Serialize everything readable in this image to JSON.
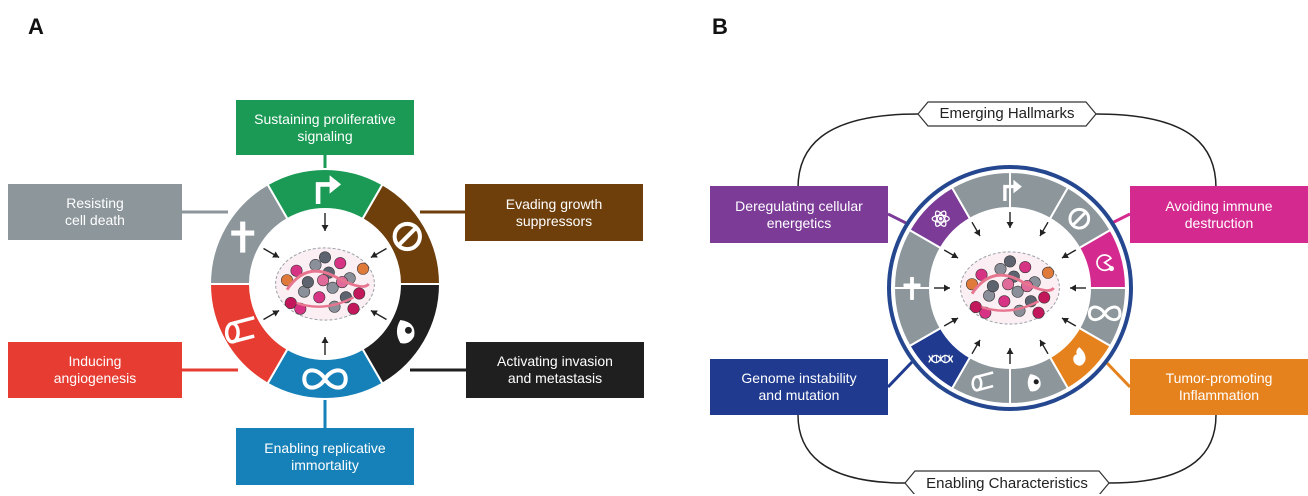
{
  "panel_a": {
    "letter": "A",
    "labels": {
      "proliferative": "Sustaining proliferative\nsignaling",
      "growth": "Evading growth\nsuppressors",
      "death": "Resisting\ncell death",
      "invasion": "Activating invasion\nand metastasis",
      "angiogenesis": "Inducing\nangiogenesis",
      "immortality": "Enabling replicative\nimmortality"
    }
  },
  "panel_b": {
    "letter": "B",
    "emerging_title": "Emerging Hallmarks",
    "enabling_title": "Enabling Characteristics",
    "labels": {
      "energetics": "Deregulating cellular\nenergetics",
      "immune": "Avoiding immune\ndestruction",
      "genome": "Genome instability\nand mutation",
      "inflammation": "Tumor-promoting\nInflammation"
    }
  },
  "colors": {
    "green": "#1a9a55",
    "brown": "#6e3f0b",
    "black": "#1f1f1f",
    "blue": "#1680b8",
    "red": "#e63c31",
    "gray": "#8c969b",
    "purple": "#7b3b97",
    "magenta": "#d42a8f",
    "navy": "#1f3a8f",
    "orange": "#e6821e",
    "ring_outline": "#24478f"
  },
  "icons": {
    "proliferative": "arrow-up-right-icon",
    "growth": "prohibition-icon",
    "invasion": "migrating-cell-icon",
    "immortality": "infinity-icon",
    "angiogenesis": "blood-vessel-icon",
    "death": "cross-icon",
    "energetics": "atom-icon",
    "immune": "pacman-cell-icon",
    "inflammation": "flame-icon",
    "genome": "dna-icon",
    "tumor": "tumor-cluster-icon"
  }
}
